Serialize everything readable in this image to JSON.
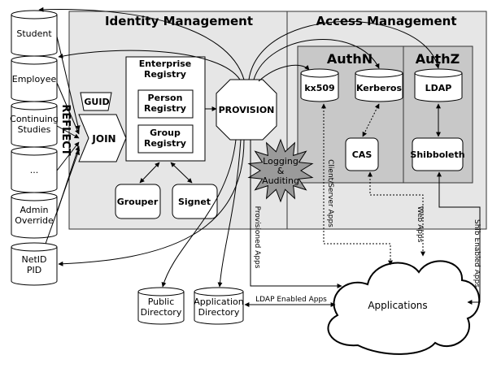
{
  "sections": {
    "identity": "Identity Management",
    "access": "Access Management",
    "authn": "AuthN",
    "authz": "AuthZ"
  },
  "sources": [
    "Student",
    "Employee",
    "Continuing Studies",
    "...",
    "Admin Override"
  ],
  "netid": "NetID PID",
  "reflect": "REFLECT",
  "guid": "GUID",
  "join": "JOIN",
  "registry": {
    "title": "Enterprise Registry",
    "person": "Person Registry",
    "group": "Group Registry"
  },
  "grouper": "Grouper",
  "signet": "Signet",
  "provision": "PROVISION",
  "logging": "Logging & Auditing",
  "authn_items": [
    "kx509",
    "Kerberos",
    "CAS"
  ],
  "authz_items": [
    "LDAP",
    "Shibboleth"
  ],
  "directories": {
    "public": "Public Directory",
    "application": "Application Directory"
  },
  "applications": "Applications",
  "flows": {
    "client_server": "Client/Server Apps",
    "provisioned": "Provisioned Apps",
    "web": "Web Apps",
    "shib": "Shib Enabled Apps",
    "ldap": "LDAP Enabled Apps"
  }
}
